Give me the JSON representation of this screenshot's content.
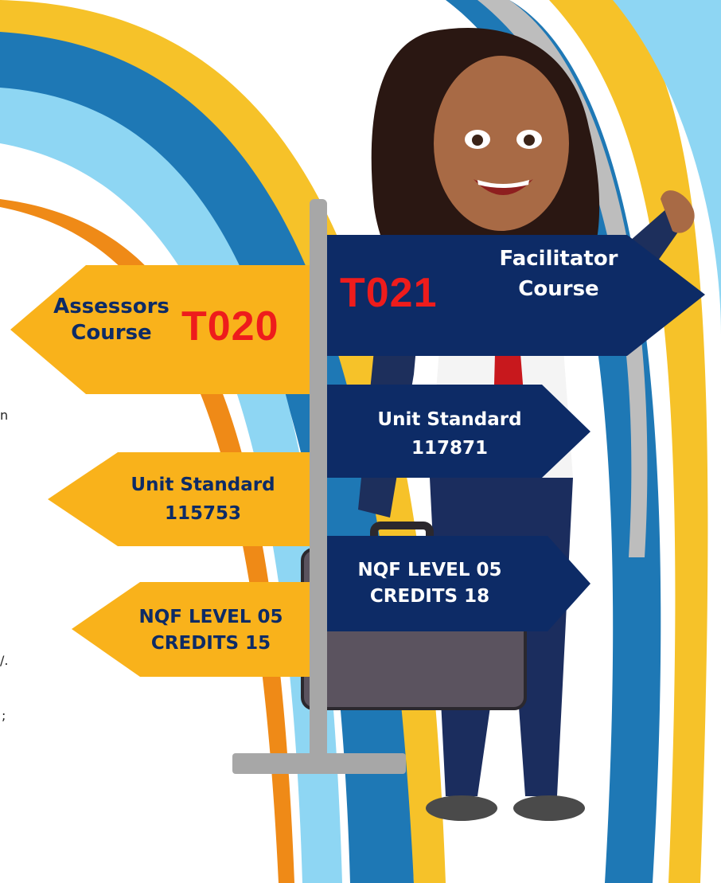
{
  "left_signs": {
    "assessor": {
      "label_line1": "Assessors",
      "label_line2": "Course",
      "code": "T020"
    },
    "unit_standard": {
      "line1": "Unit Standard",
      "line2": "115753"
    },
    "nqf": {
      "line1": "NQF LEVEL 05",
      "line2": "CREDITS 15"
    }
  },
  "right_signs": {
    "facilitator": {
      "label_line1": "Facilitator",
      "label_line2": "Course",
      "code": "T021"
    },
    "unit_standard": {
      "line1": "Unit Standard",
      "line2": "117871"
    },
    "nqf": {
      "line1": "NQF LEVEL 05",
      "line2": "CREDITS 18"
    }
  },
  "clipped_text": [
    "n",
    "/.",
    ";"
  ],
  "colors": {
    "sign_gold": "#f9b21b",
    "sign_navy": "#0d2b66",
    "code_red": "#ee1c1c",
    "post_grey": "#a7a7a7",
    "arc_blue": "#1e78b5",
    "arc_light_blue": "#8ed6f3",
    "arc_yellow": "#f6c229",
    "arc_orange": "#ef8a17"
  }
}
